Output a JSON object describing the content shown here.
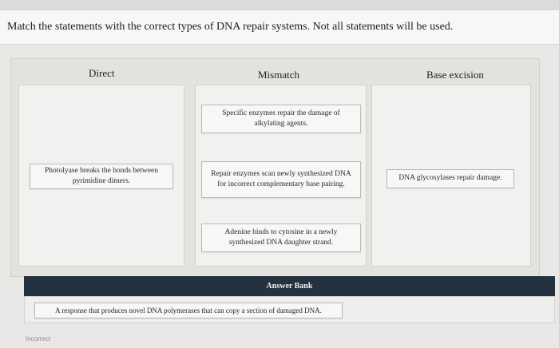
{
  "question": "Match the statements with the correct types of DNA repair systems. Not all statements will be used.",
  "columns": [
    {
      "title": "Direct",
      "cards": [
        "Photolyase breaks the bonds between pyrimidine dimers."
      ]
    },
    {
      "title": "Mismatch",
      "cards": [
        "Specific enzymes repair the damage of alkylating agents.",
        "Repair enzymes scan newly synthesized DNA for incorrect complementary base pairing.",
        "Adenine binds to cytosine in a newly synthesized DNA daughter strand."
      ]
    },
    {
      "title": "Base excision",
      "cards": [
        "DNA glycosylases repair damage."
      ]
    }
  ],
  "answer_bank": {
    "title": "Answer Bank",
    "items": [
      "A response that produces novel DNA polymerases that can copy a section of damaged DNA."
    ]
  },
  "status": "Incorrect"
}
